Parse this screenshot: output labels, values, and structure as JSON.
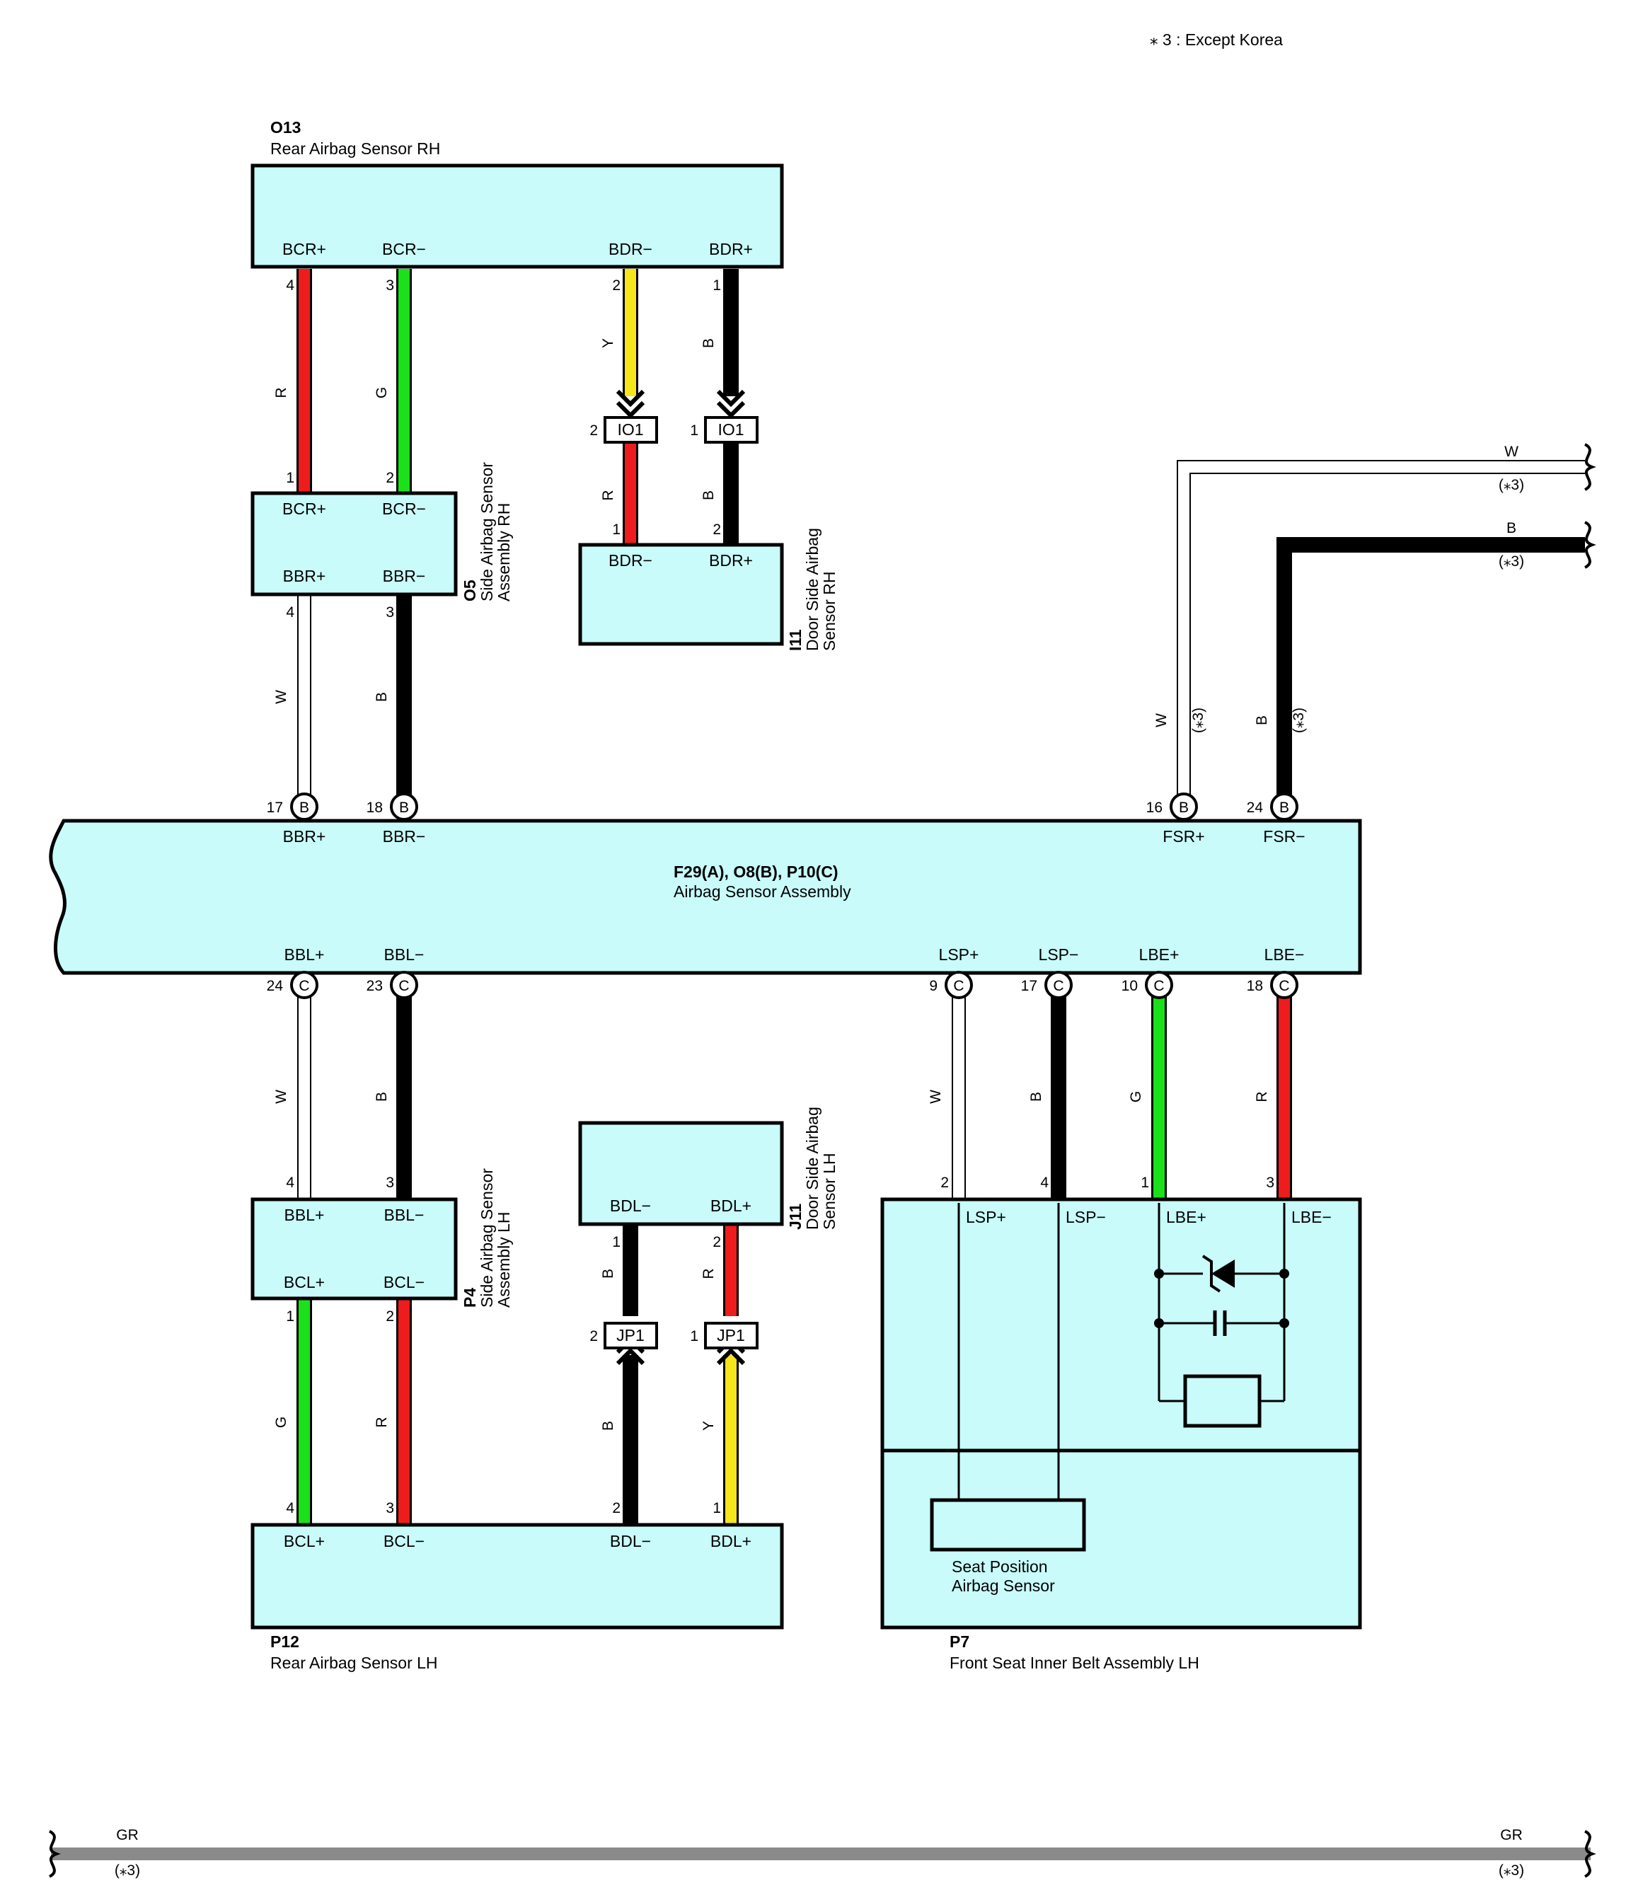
{
  "note": "⁎ 3 : Except Korea",
  "colors": {
    "box_fill": "#c8fbfa",
    "R": "#ee1c1c",
    "G": "#1ae11a",
    "Y": "#f5e51a",
    "B": "#000000",
    "W": "#ffffff",
    "GR": "#8a8a8a"
  },
  "connectors": {
    "O13": {
      "code": "O13",
      "name": "Rear Airbag Sensor RH",
      "pins": [
        "BCR+",
        "BCR−",
        "BDR−",
        "BDR+"
      ]
    },
    "O5": {
      "code": "O5",
      "name1": "Side Airbag Sensor",
      "name2": "Assembly RH",
      "pins": [
        "BCR+",
        "BCR−",
        "BBR+",
        "BBR−"
      ]
    },
    "I11": {
      "code": "I11",
      "name1": "Door Side Airbag",
      "name2": "Sensor RH",
      "pins": [
        "BDR−",
        "BDR+"
      ]
    },
    "ASA": {
      "code": "F29(A), O8(B), P10(C)",
      "name": "Airbag Sensor Assembly",
      "top_pins": [
        "BBR+",
        "BBR−",
        "FSR+",
        "FSR−"
      ],
      "bottom_pins": [
        "BBL+",
        "BBL−",
        "LSP+",
        "LSP−",
        "LBE+",
        "LBE−"
      ]
    },
    "P4": {
      "code": "P4",
      "name1": "Side Airbag Sensor",
      "name2": "Assembly LH",
      "pins": [
        "BBL+",
        "BBL−",
        "BCL+",
        "BCL−"
      ]
    },
    "J11": {
      "code": "J11",
      "name1": "Door Side Airbag",
      "name2": "Sensor LH",
      "pins": [
        "BDL−",
        "BDL+"
      ]
    },
    "P12": {
      "code": "P12",
      "name": "Rear Airbag Sensor LH",
      "pins": [
        "BCL+",
        "BCL−",
        "BDL−",
        "BDL+"
      ]
    },
    "P7": {
      "code": "P7",
      "name": "Front Seat Inner Belt Assembly LH",
      "pins": [
        "LSP+",
        "LSP−",
        "LBE+",
        "LBE−"
      ],
      "inner1": "Seat Position",
      "inner2": "Airbag Sensor"
    }
  },
  "junctions": {
    "IO1": "IO1",
    "JP1": "JP1"
  },
  "wires": [
    {
      "color": "R",
      "from_pin": "4",
      "to_pin": "1"
    },
    {
      "color": "G",
      "from_pin": "3",
      "to_pin": "2"
    },
    {
      "color": "Y",
      "from_pin": "2",
      "junction_pin": "2",
      "after": "R",
      "to_pin": "1"
    },
    {
      "color": "B",
      "from_pin": "1",
      "junction_pin": "1",
      "after": "B",
      "to_pin": "2"
    },
    {
      "color": "W",
      "from_pin": "4",
      "to_pin": "17",
      "conn": "B"
    },
    {
      "color": "B",
      "from_pin": "3",
      "to_pin": "18",
      "conn": "B"
    },
    {
      "color": "W",
      "to_pin": "16",
      "conn": "B",
      "note": "(⁎3)"
    },
    {
      "color": "B",
      "to_pin": "24",
      "conn": "B",
      "note": "(⁎3)"
    },
    {
      "color": "W",
      "from_pin": "24",
      "conn": "C",
      "to_pin": "4"
    },
    {
      "color": "B",
      "from_pin": "23",
      "conn": "C",
      "to_pin": "3"
    },
    {
      "color": "W",
      "from_pin": "9",
      "conn": "C",
      "to_pin": "2"
    },
    {
      "color": "B",
      "from_pin": "17",
      "conn": "C",
      "to_pin": "4"
    },
    {
      "color": "G",
      "from_pin": "10",
      "conn": "C",
      "to_pin": "1"
    },
    {
      "color": "R",
      "from_pin": "18",
      "conn": "C",
      "to_pin": "3"
    },
    {
      "color": "G",
      "from_pin": "1",
      "to_pin": "4"
    },
    {
      "color": "R",
      "from_pin": "2",
      "to_pin": "3"
    },
    {
      "color": "B",
      "from_pin": "1",
      "junction_pin": "2",
      "after": "B",
      "to_pin": "2"
    },
    {
      "color": "R",
      "from_pin": "2",
      "junction_pin": "1",
      "after": "Y",
      "to_pin": "1"
    },
    {
      "color": "GR",
      "note": "(⁎3)"
    }
  ]
}
